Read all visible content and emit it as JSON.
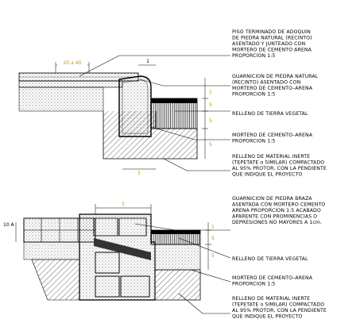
{
  "detail_top": {
    "dim_paver_width": "20 a 40",
    "dim_small": "1",
    "dim_curb_base": "5",
    "dim_right_1": "1",
    "dim_right_2": "5",
    "dim_right_3": "5",
    "dim_right_4": "5",
    "notes": [
      {
        "lines": [
          "PISO TERMINADO DE ADOQUIN",
          "DE PIEDRA NATURAL (RECINTO)",
          "ASENTADO Y JUNTEADO CON",
          "MORTERO DE CEMENTO ARENA",
          "PROPORCION 1:5"
        ]
      },
      {
        "lines": [
          "GUARNICION DE PIEDRA NATURAL",
          "(RECINTO) ASENTADO CON",
          "MORTERO DE CEMENTO–ARENA",
          "PROPORCION 1:5"
        ]
      },
      {
        "lines": [
          "RELLENO DE TIERRA VEGETAL"
        ]
      },
      {
        "lines": [
          "MORTERO DE CEMENTO–ARENA",
          "PROPORCION 1:5"
        ]
      },
      {
        "lines": [
          "RELLENO DE MATERIAL INERTE",
          "(TEPETATE o SIMILAR) COMPACTADO",
          "AL 95% PROTOR, CON LA PENDIENTE",
          "QUE INDIQUE EL PROYECTO"
        ]
      }
    ]
  },
  "detail_bottom": {
    "dim_width": "5",
    "dim_left": "10 A",
    "dim_right_1": "1",
    "dim_right_2": "5",
    "dim_right_3": "5",
    "notes": [
      {
        "lines": [
          "GUARNICION DE PIEDRA BRAZA",
          "ASENTADA CON MORTERO CEMENTO",
          "ARENA PROPORCION 1:5 ACABADO",
          "APARENTE CON PROMINENCIAS O",
          "DEPRESIONES NO MAYORES A 1cm."
        ]
      },
      {
        "lines": [
          "RELLENO DE TIERRA VEGETAL"
        ]
      },
      {
        "lines": [
          "MORTERO DE CEMENTO–ARENA",
          "PROPORCION 1:5"
        ]
      },
      {
        "lines": [
          "RELLENO DE MATERIAL INERTE",
          "(TEPETATE o SIMILAR) COMPACTADO",
          "AL 95% PROTOR, CON LA PENDIENTE",
          "QUE INDIQUE EL PROYECTO"
        ]
      }
    ]
  }
}
